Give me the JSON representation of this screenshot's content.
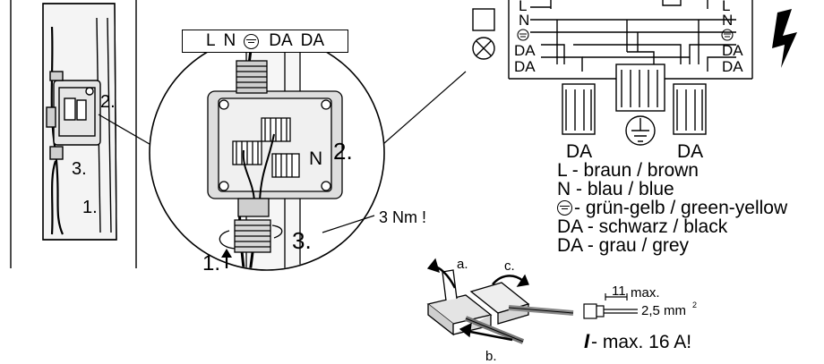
{
  "terminal_label_box": {
    "items": [
      "L",
      "N",
      "ground-symbol",
      "DA",
      "DA"
    ]
  },
  "steps": {
    "step1_small": "1.",
    "step2_small": "2.",
    "step3_small": "3.",
    "step1_zoom": "1.",
    "step2_zoom": "2.",
    "step3_zoom": "3.",
    "zoom_n_label": "N"
  },
  "torque": "3 Nm !",
  "wiring_diagram": {
    "left_labels": [
      "L",
      "N",
      "ground-symbol",
      "DA",
      "DA"
    ],
    "right_labels": [
      "L",
      "N",
      "ground-symbol",
      "DA",
      "DA"
    ],
    "connector_labels": [
      "DA",
      "DA"
    ]
  },
  "legend": [
    {
      "symbol": "",
      "text": "L - braun / brown"
    },
    {
      "symbol": "",
      "text": "N - blau / blue"
    },
    {
      "symbol": "ground-symbol",
      "text": "- grün-gelb / green-yellow"
    },
    {
      "symbol": "",
      "text": "DA - schwarz / black"
    },
    {
      "symbol": "",
      "text": "DA - grau / grey"
    }
  ],
  "wago_steps": {
    "a": "a.",
    "b": "b.",
    "c": "c."
  },
  "strip_spec": {
    "length": "11",
    "max_label": "max.",
    "cross_section": "2,5 mm",
    "cross_section_sup": "2"
  },
  "current_spec": {
    "symbol": "I",
    "text": " - max. 16 A!"
  },
  "icons": [
    "lightning-icon",
    "ground-icon",
    "lamp-icon",
    "switch-icon"
  ]
}
